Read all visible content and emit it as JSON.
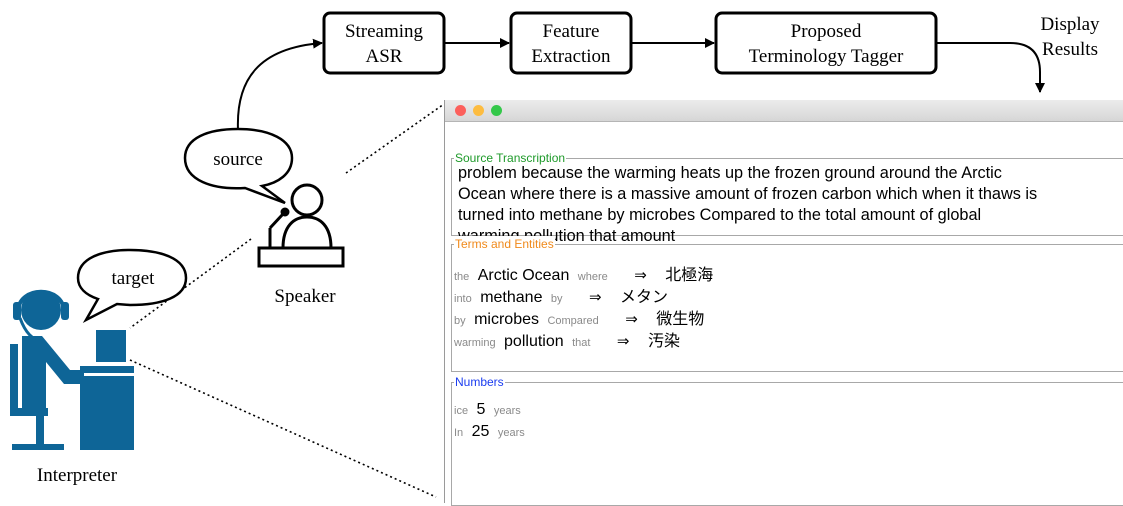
{
  "pipeline": {
    "boxes": [
      [
        "Streaming",
        "ASR"
      ],
      [
        "Feature",
        "Extraction"
      ],
      [
        "Proposed",
        "Terminology Tagger"
      ]
    ],
    "display": [
      "Display",
      "Results"
    ]
  },
  "speech_bubbles": {
    "source": "source",
    "target": "target"
  },
  "labels": {
    "speaker": "Speaker",
    "interpreter": "Interpreter"
  },
  "window": {
    "source_panel": {
      "legend": "Source Transcription",
      "legend_color": "#1e9a2a",
      "lines": [
        "problem because the warming heats up the frozen ground around the Arctic",
        "Ocean where there is a massive amount of frozen carbon which when it thaws is",
        "turned into methane by microbes Compared to the total amount of global",
        "warming pollution that amount"
      ]
    },
    "terms_panel": {
      "legend": "Terms and Entities",
      "legend_color": "#f08a1c",
      "rows": [
        {
          "before": "the",
          "term": "Arctic Ocean",
          "after": "where",
          "arrow": "⇒",
          "target": "北極海"
        },
        {
          "before": "into",
          "term": "methane",
          "after": "by",
          "arrow": "⇒",
          "target": "メタン"
        },
        {
          "before": "by",
          "term": "microbes",
          "after": "Compared",
          "arrow": "⇒",
          "target": "微生物"
        },
        {
          "before": "warming",
          "term": "pollution",
          "after": "that",
          "arrow": "⇒",
          "target": "汚染"
        }
      ]
    },
    "numbers_panel": {
      "legend": "Numbers",
      "legend_color": "#1a3cf0",
      "rows": [
        {
          "before": "ice",
          "value": "5",
          "after": "years"
        },
        {
          "before": "In",
          "value": "25",
          "after": "years"
        }
      ]
    },
    "traffic_lights": [
      "#fc605c",
      "#fdbc40",
      "#34c84a"
    ]
  },
  "icon_color": "#0e6597"
}
